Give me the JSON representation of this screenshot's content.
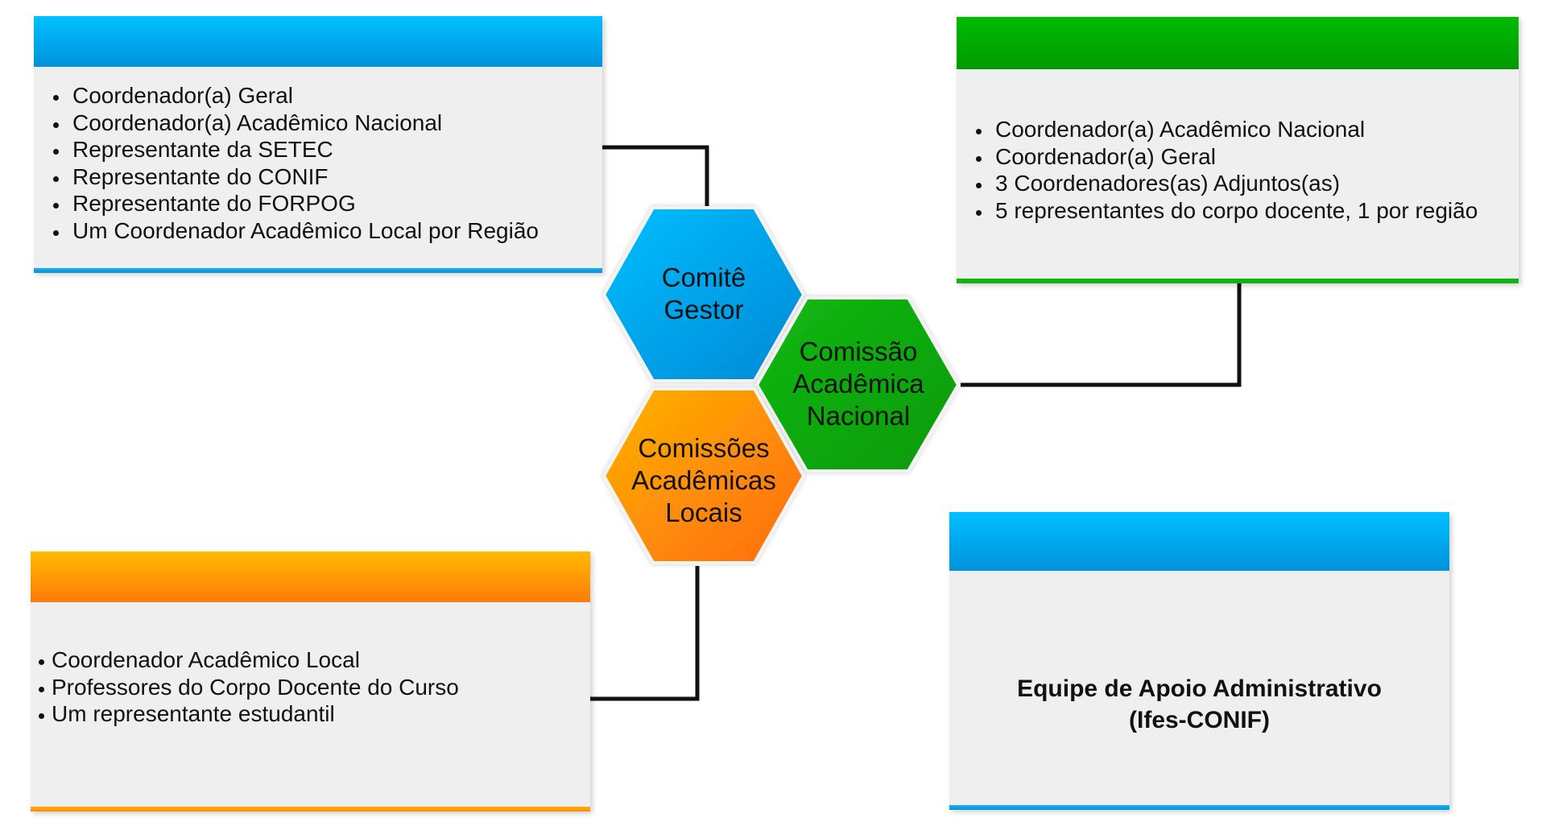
{
  "diagram": {
    "hexagons": [
      {
        "id": "comite-gestor",
        "lines": [
          "Comitê",
          "Gestor"
        ],
        "color_from": "#00bfff",
        "color_to": "#0088d6"
      },
      {
        "id": "comissao-academica-nacional",
        "lines": [
          "Comissão",
          "Acadêmica",
          "Nacional"
        ],
        "color_from": "#14b814",
        "color_to": "#089a08"
      },
      {
        "id": "comissoes-academicas-locais",
        "lines": [
          "Comissões",
          "Acadêmicas",
          "Locais"
        ],
        "color_from": "#ffb400",
        "color_to": "#ff6a10"
      }
    ],
    "comite_box": {
      "items": [
        "Coordenador(a) Geral",
        "Coordenador(a) Acadêmico Nacional",
        "Representante da SETEC",
        "Representante do CONIF",
        "Representante do FORPOG",
        "Um Coordenador Acadêmico Local por Região"
      ]
    },
    "nacional_box": {
      "items": [
        "Coordenador(a) Acadêmico Nacional",
        "Coordenador(a) Geral",
        "3 Coordenadores(as) Adjuntos(as)",
        "5 representantes do corpo docente, 1 por região"
      ]
    },
    "locais_box": {
      "items": [
        "Coordenador Acadêmico Local",
        "Professores do Corpo Docente do Curso",
        "Um representante estudantil"
      ]
    },
    "admin_box": {
      "line1": "Equipe de Apoio Administrativo",
      "line2": "(Ifes-CONIF)"
    },
    "colors": {
      "blue": "#00a8ee",
      "green": "#0aa80a",
      "orange": "#ff8c0a",
      "connector": "#111111"
    }
  }
}
